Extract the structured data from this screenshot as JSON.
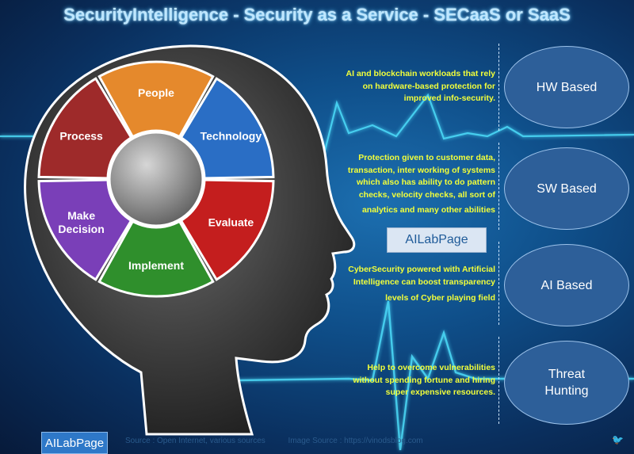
{
  "title": "SecurityIntelligence - Security as a Service - SECaaS or SaaS",
  "wheel": {
    "petals": [
      {
        "label": "People",
        "color": "#e5892c"
      },
      {
        "label": "Technology",
        "color": "#2a6ec5"
      },
      {
        "label": "Evaluate",
        "color": "#c41e1e"
      },
      {
        "label": "Implement",
        "color": "#2f8f2c"
      },
      {
        "label_lines": [
          "Make",
          "Decision"
        ],
        "color": "#7a3fb8"
      },
      {
        "label": "Process",
        "color": "#9e2a2a"
      }
    ],
    "center_color": "#8e8e8e"
  },
  "services": [
    {
      "name_lines": [
        "HW Based"
      ],
      "desc_lines": [
        "AI and blockchain workloads that rely",
        "on hardware-based protection for",
        "improved info-security."
      ]
    },
    {
      "name_lines": [
        "SW Based"
      ],
      "desc_lines": [
        "Protection given to customer data,",
        "transaction, inter working of systems",
        "which also has ability to do pattern",
        "checks, velocity checks, all sort of",
        "analytics and many other abilities"
      ]
    },
    {
      "name_lines": [
        "AI Based"
      ],
      "desc_lines": [
        "CyberSecurity powered with Artificial",
        "Intelligence can boost transparency",
        "levels of Cyber playing field"
      ]
    },
    {
      "name_lines": [
        "Threat",
        "Hunting"
      ],
      "desc_lines": [
        "Help to overcome vulnerabilities",
        "without spending fortune and hiring",
        "super expensive resources."
      ]
    }
  ],
  "badge_mid": "AILabPage",
  "footer": {
    "badge": "AILabPage",
    "credits": [
      "Source : Open Internet, various sources",
      "Image Source : https://vinodsblog.com"
    ],
    "url": "https://vinodsblog.com"
  },
  "colors": {
    "desc_text": "#f2ff3a",
    "oval_fill": "#2d5f99",
    "title": "#bfe7ff",
    "pulse": "#4fe3ff"
  }
}
